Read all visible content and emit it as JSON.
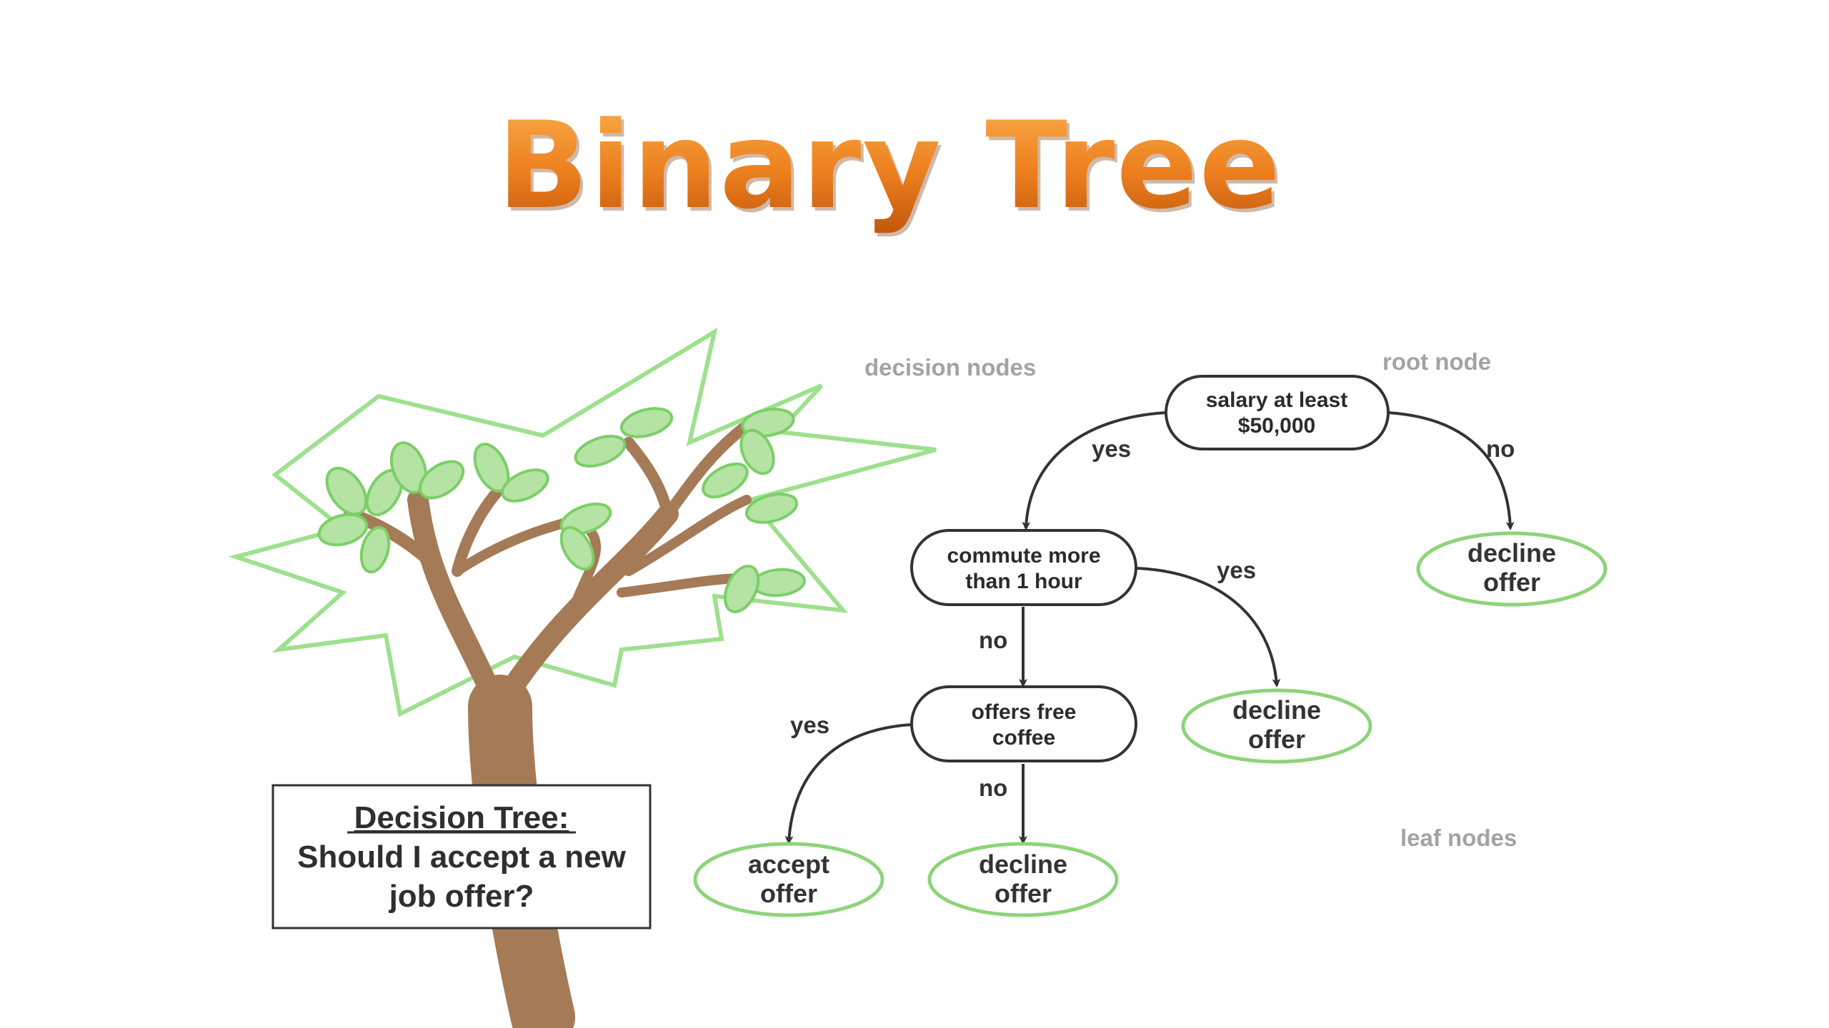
{
  "title": "Binary Tree",
  "colors": {
    "title_top": "#f7a340",
    "title_bottom": "#c85a0c",
    "trunk": "#a57a57",
    "leaf_fill": "#b4e3a3",
    "leaf_stroke": "#7bcf67",
    "crown_stroke": "#9ee08d",
    "node_stroke": "#333333",
    "leaf_node_stroke": "#8dd47a",
    "legend_gray": "#a3a3a3"
  },
  "caption": {
    "heading": "Decision Tree:",
    "line1": "Should I accept a new",
    "line2": "job offer?"
  },
  "legend": {
    "decision_nodes": "decision nodes",
    "root_node": "root node",
    "leaf_nodes": "leaf nodes"
  },
  "decision_nodes": [
    {
      "line1": "salary at least",
      "line2": "$50,000"
    },
    {
      "line1": "commute more",
      "line2": "than 1 hour"
    },
    {
      "line1": "offers free",
      "line2": "coffee"
    }
  ],
  "leaf_nodes": [
    {
      "line1": "decline",
      "line2": "offer"
    },
    {
      "line1": "decline",
      "line2": "offer"
    },
    {
      "line1": "accept",
      "line2": "offer"
    },
    {
      "line1": "decline",
      "line2": "offer"
    }
  ],
  "edges": {
    "root_yes": "yes",
    "root_no": "no",
    "commute_yes": "yes",
    "commute_no": "no",
    "coffee_yes": "yes",
    "coffee_no": "no"
  }
}
